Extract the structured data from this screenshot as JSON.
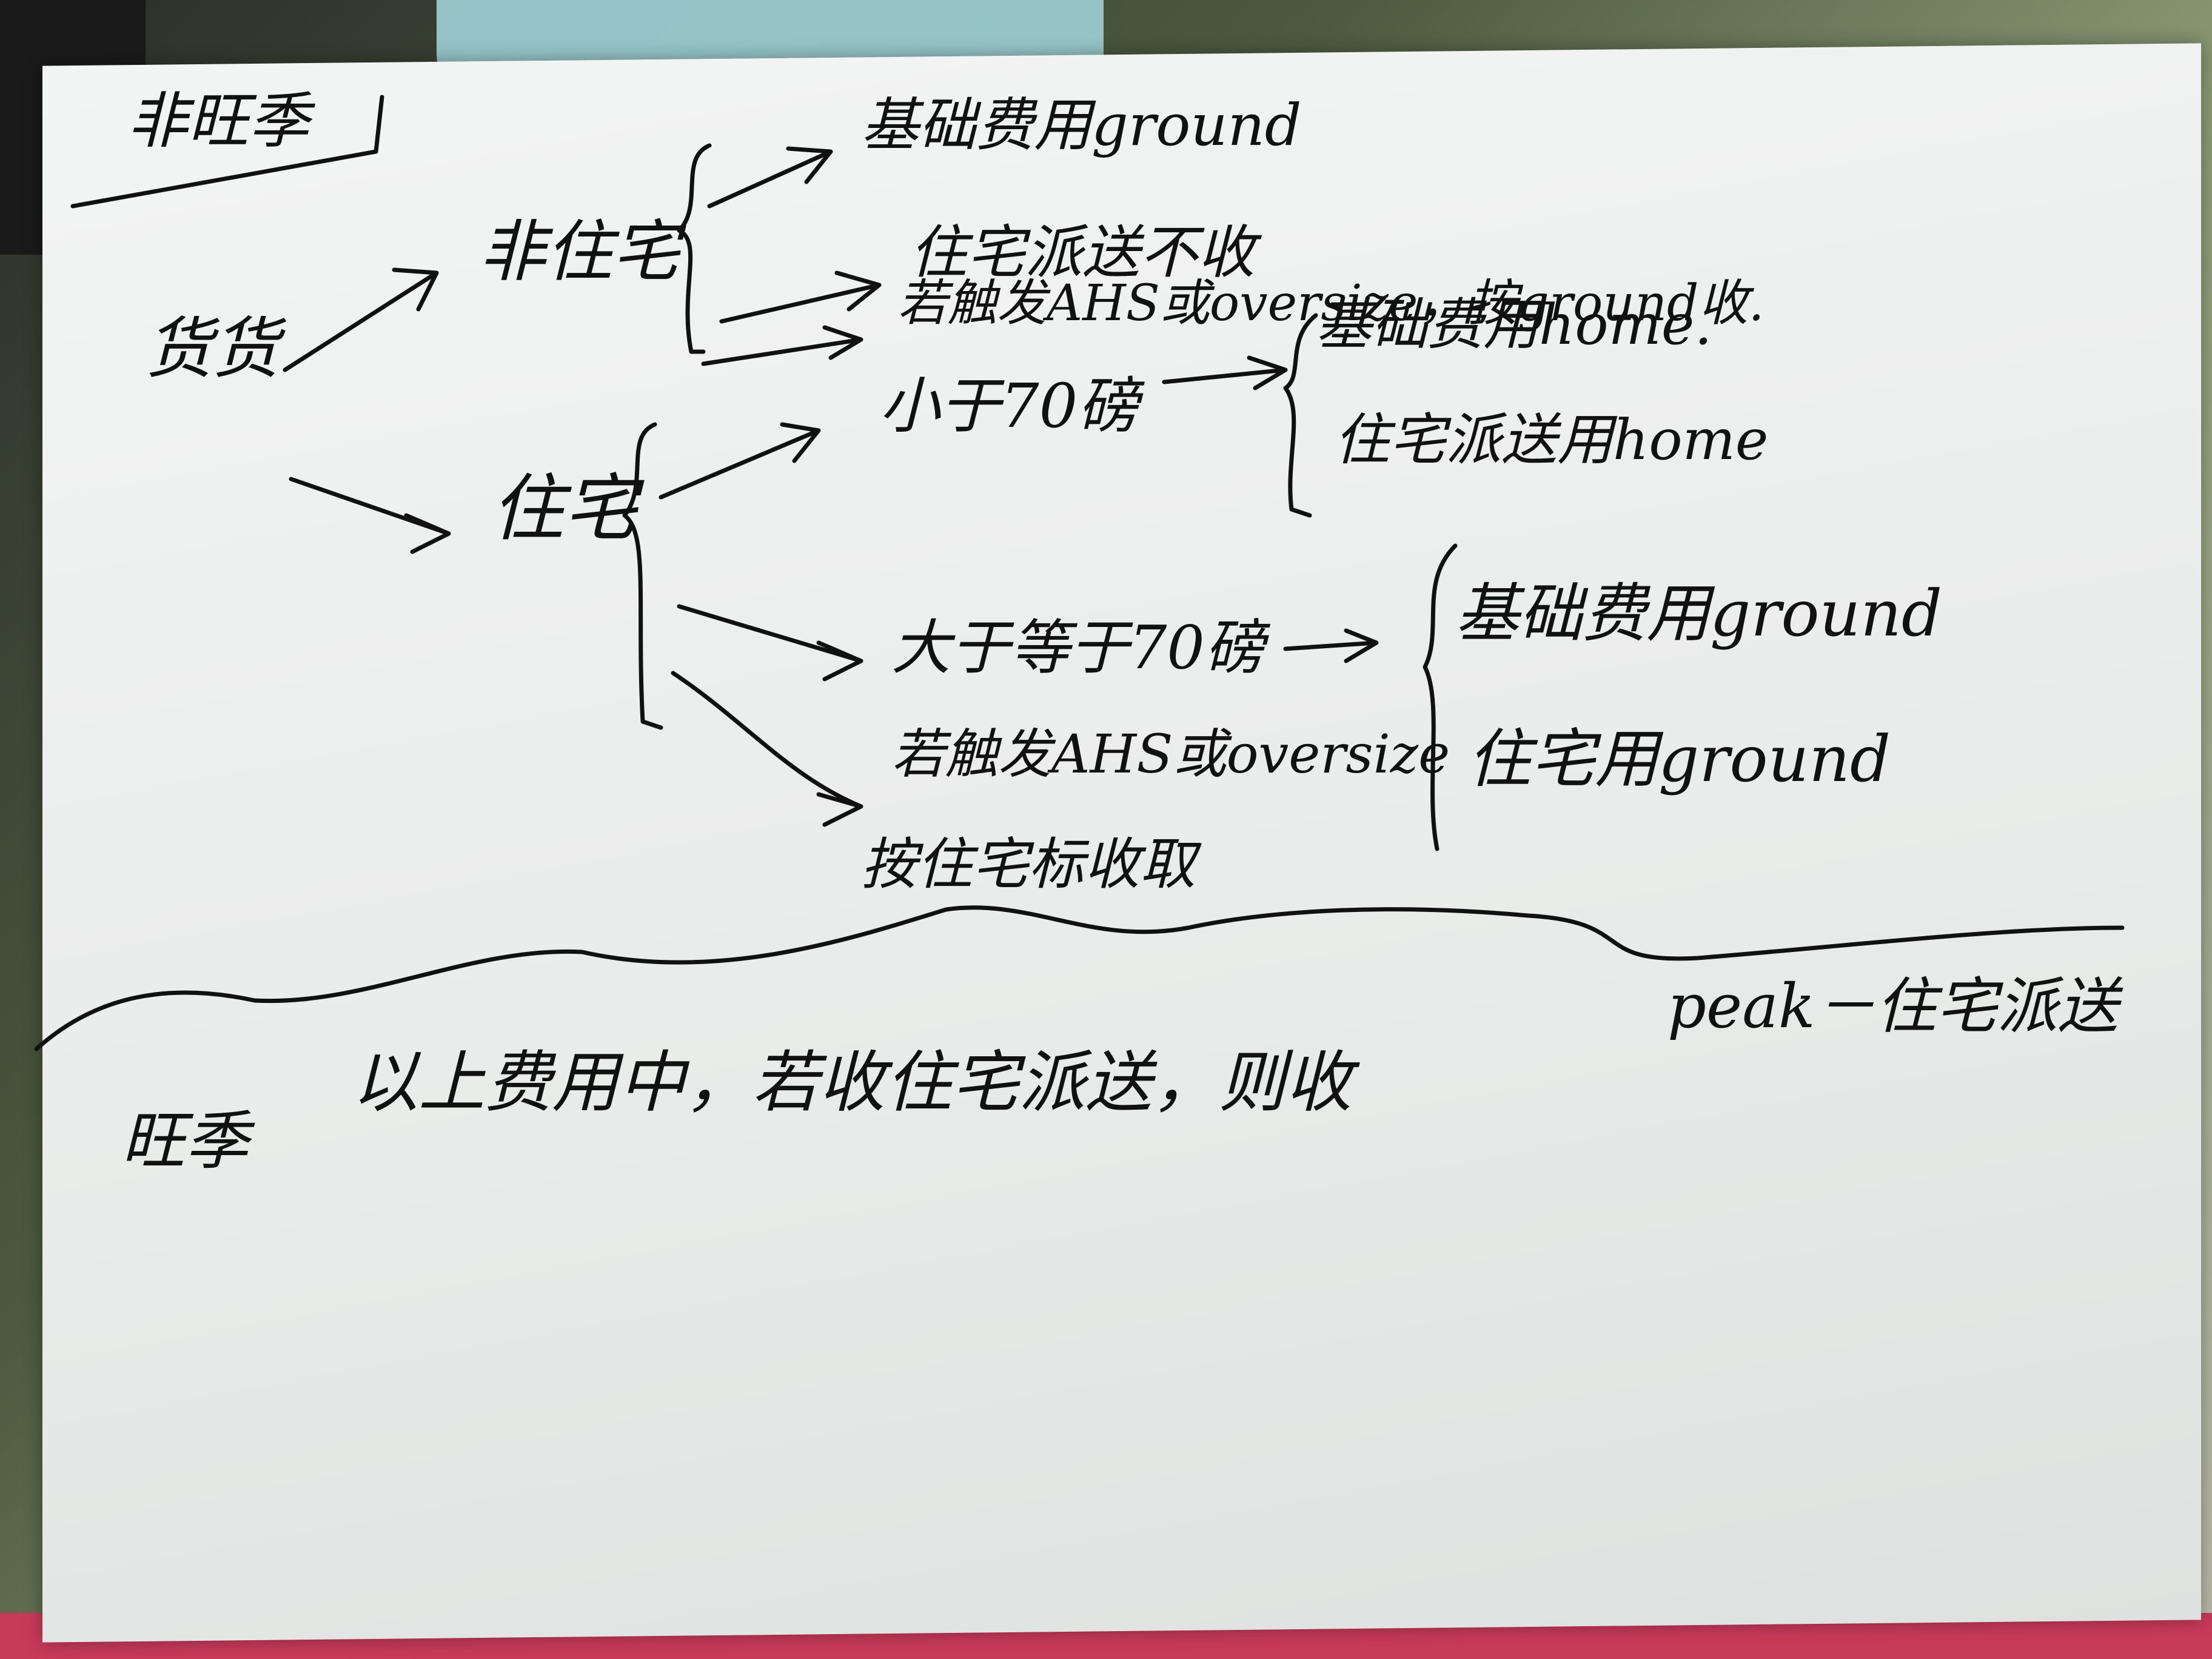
{
  "note": {
    "off_peak_label": "非旺季",
    "cargo": "货货",
    "non_residential": "非住宅",
    "residential": "住宅",
    "nr_base_fee": "基础费用ground",
    "nr_residential_delivery": "住宅派送不收",
    "nr_ahs_oversize": "若触发AHS或oversize，按ground收.",
    "r_under_70": "小于70磅",
    "r_under_base": "基础费用home.",
    "r_under_delivery": "住宅派送用home",
    "r_over_70": "大于等于70磅",
    "r_ahs_oversize": "若触发AHS或oversize",
    "r_ahs_charge": "按住宅标收取",
    "r_over_base": "基础费用ground",
    "r_over_residential": "住宅用ground",
    "peak_label": "旺季",
    "peak_rule": "以上费用中，若收住宅派送，则收",
    "peak_charge": "peak－住宅派送"
  }
}
